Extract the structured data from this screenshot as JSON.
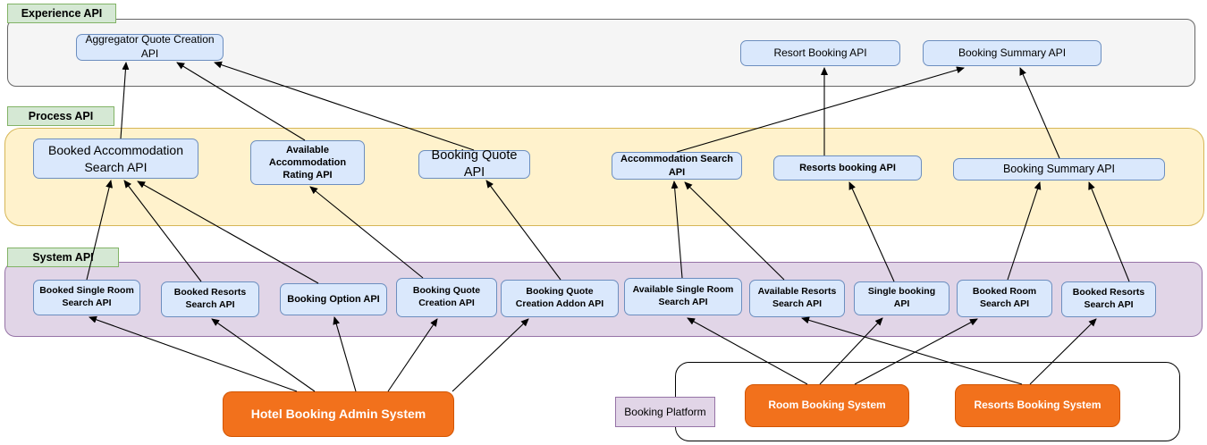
{
  "diagram": {
    "layers": [
      {
        "id": "experience",
        "label": "Experience API"
      },
      {
        "id": "process",
        "label": "Process API"
      },
      {
        "id": "system",
        "label": "System API"
      }
    ],
    "platform_label": "Booking Platform",
    "nodes": [
      {
        "id": "exp_aggregator",
        "layer": "experience",
        "label": "Aggregator Quote Creation API"
      },
      {
        "id": "exp_resort_booking",
        "layer": "experience",
        "label": "Resort Booking API"
      },
      {
        "id": "exp_booking_summary",
        "layer": "experience",
        "label": "Booking Summary API"
      },
      {
        "id": "proc_booked_accom_search",
        "layer": "process",
        "label": "Booked Accommodation Search API"
      },
      {
        "id": "proc_avail_accom_rating",
        "layer": "process",
        "label": "Available Accommodation Rating API"
      },
      {
        "id": "proc_booking_quote",
        "layer": "process",
        "label": "Booking Quote API"
      },
      {
        "id": "proc_accom_search",
        "layer": "process",
        "label": "Accommodation Search API"
      },
      {
        "id": "proc_resorts_booking",
        "layer": "process",
        "label": "Resorts booking API"
      },
      {
        "id": "proc_booking_summary",
        "layer": "process",
        "label": "Booking Summary API"
      },
      {
        "id": "sys_booked_single_room",
        "layer": "system",
        "label": "Booked Single Room Search API"
      },
      {
        "id": "sys_booked_resorts_left",
        "layer": "system",
        "label": "Booked Resorts Search API"
      },
      {
        "id": "sys_booking_option",
        "layer": "system",
        "label": "Booking Option API"
      },
      {
        "id": "sys_booking_quote_creation",
        "layer": "system",
        "label": "Booking Quote Creation API"
      },
      {
        "id": "sys_booking_quote_creation_addon",
        "layer": "system",
        "label": "Booking Quote Creation Addon API"
      },
      {
        "id": "sys_available_single_room",
        "layer": "system",
        "label": "Available Single Room Search API"
      },
      {
        "id": "sys_available_resorts",
        "layer": "system",
        "label": "Available Resorts Search API"
      },
      {
        "id": "sys_single_booking",
        "layer": "system",
        "label": "Single booking API"
      },
      {
        "id": "sys_booked_room_search",
        "layer": "system",
        "label": "Booked Room Search API"
      },
      {
        "id": "sys_booked_resorts_right",
        "layer": "system",
        "label": "Booked Resorts Search API"
      },
      {
        "id": "app_hotel_admin",
        "layer": "backend",
        "label": "Hotel Booking Admin System"
      },
      {
        "id": "app_room_booking",
        "layer": "backend",
        "label": "Room Booking System"
      },
      {
        "id": "app_resorts_booking",
        "layer": "backend",
        "label": "Resorts Booking System"
      }
    ],
    "edges": [
      {
        "from": "proc_booked_accom_search",
        "to": "exp_aggregator"
      },
      {
        "from": "proc_avail_accom_rating",
        "to": "exp_aggregator"
      },
      {
        "from": "proc_booking_quote",
        "to": "exp_aggregator"
      },
      {
        "from": "proc_accom_search",
        "to": "exp_booking_summary"
      },
      {
        "from": "proc_resorts_booking",
        "to": "exp_resort_booking"
      },
      {
        "from": "proc_booking_summary",
        "to": "exp_booking_summary"
      },
      {
        "from": "sys_booked_single_room",
        "to": "proc_booked_accom_search"
      },
      {
        "from": "sys_booked_resorts_left",
        "to": "proc_booked_accom_search"
      },
      {
        "from": "sys_booking_option",
        "to": "proc_booked_accom_search"
      },
      {
        "from": "sys_booking_quote_creation",
        "to": "proc_avail_accom_rating"
      },
      {
        "from": "sys_booking_quote_creation_addon",
        "to": "proc_booking_quote"
      },
      {
        "from": "sys_available_single_room",
        "to": "proc_accom_search"
      },
      {
        "from": "sys_available_resorts",
        "to": "proc_accom_search"
      },
      {
        "from": "sys_single_booking",
        "to": "proc_resorts_booking"
      },
      {
        "from": "sys_booked_room_search",
        "to": "proc_booking_summary"
      },
      {
        "from": "sys_booked_resorts_right",
        "to": "proc_booking_summary"
      },
      {
        "from": "app_hotel_admin",
        "to": "sys_booked_single_room"
      },
      {
        "from": "app_hotel_admin",
        "to": "sys_booked_resorts_left"
      },
      {
        "from": "app_hotel_admin",
        "to": "sys_booking_option"
      },
      {
        "from": "app_hotel_admin",
        "to": "sys_booking_quote_creation"
      },
      {
        "from": "app_hotel_admin",
        "to": "sys_booking_quote_creation_addon"
      },
      {
        "from": "app_room_booking",
        "to": "sys_available_single_room"
      },
      {
        "from": "app_room_booking",
        "to": "sys_single_booking"
      },
      {
        "from": "app_room_booking",
        "to": "sys_booked_room_search"
      },
      {
        "from": "app_resorts_booking",
        "to": "sys_available_resorts"
      },
      {
        "from": "app_resorts_booking",
        "to": "sys_booked_resorts_right"
      }
    ],
    "colors": {
      "blue_fill": "#DAE8FC",
      "blue_border": "#6C8EBF",
      "green_fill": "#D5E8D4",
      "green_border": "#82B366",
      "yellow_fill": "#FFF2CC",
      "yellow_border": "#D6B656",
      "purple_fill": "#E1D5E7",
      "purple_border": "#9673A6",
      "grey_fill": "#F5F5F5",
      "grey_border": "#666666",
      "orange_fill": "#F2711C",
      "orange_border": "#D35400",
      "arrow": "#000000"
    }
  }
}
